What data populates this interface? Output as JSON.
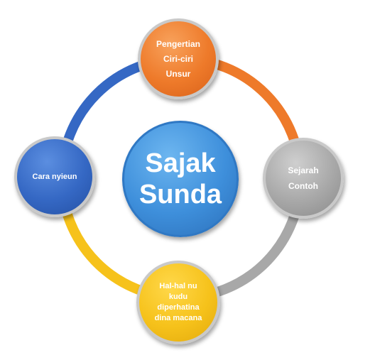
{
  "diagram": {
    "center": {
      "line1": "Sajak",
      "line2": "Sunda",
      "color": "#3e8fdb"
    },
    "nodes": {
      "top": {
        "lines": [
          "Pengertian",
          "Ciri-ciri",
          "Unsur"
        ],
        "color": "#ee7a2a"
      },
      "right": {
        "lines": [
          "Sejarah",
          "Contoh"
        ],
        "color": "#a8a8a8"
      },
      "bottom": {
        "lines": [
          "Hal-hal nu",
          "kudu",
          "diperhatina",
          "dina macana"
        ],
        "color": "#f6c21b"
      },
      "left": {
        "lines": [
          "Cara nyieun"
        ],
        "color": "#3568c4"
      }
    },
    "ring_colors": {
      "top_right": "#ee7a2a",
      "right_bottom": "#a8a8a8",
      "bottom_left": "#f6c21b",
      "left_top": "#3568c4"
    }
  }
}
